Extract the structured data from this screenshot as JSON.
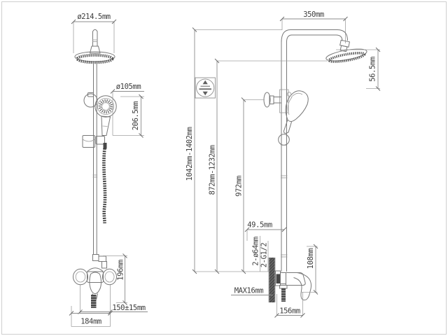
{
  "front_view": {
    "head_diameter": "ø214.5mm",
    "handshower_diameter": "ø105mm",
    "handshower_length": "206.5mm",
    "mixer_height": "196mm",
    "inlet_spacing": "150±15mm",
    "mixer_width": "184mm"
  },
  "side_view": {
    "arm_length": "350mm",
    "head_drop": "56.5mm",
    "overall_height_range": "1042mm-1402mm",
    "head_height_range": "872mm-1232mm",
    "rail_height": "972mm",
    "wall_offset": "49.5mm",
    "escutcheons": "2-ø64mm",
    "connections": "2-G1/2",
    "body_height": "108mm",
    "max_wall_thickness": "MAX16mm",
    "projection": "156mm"
  }
}
